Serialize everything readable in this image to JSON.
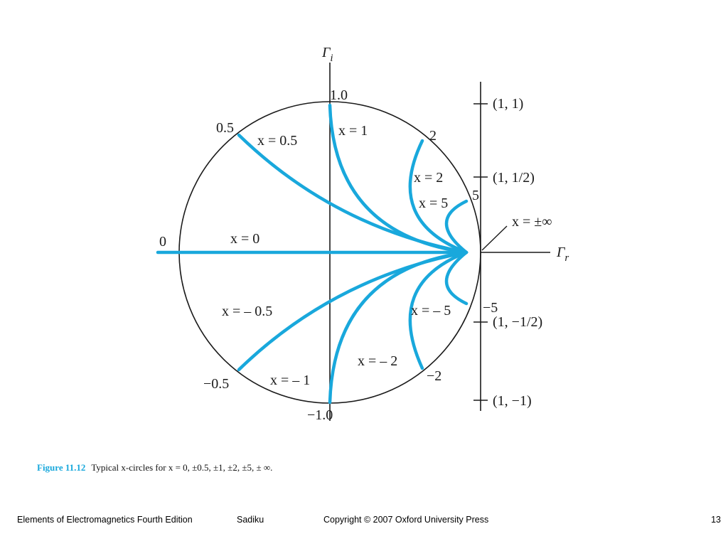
{
  "axes": {
    "vertical_symbol": "Γ",
    "vertical_sub": "i",
    "horizontal_symbol": "Γ",
    "horizontal_sub": "r"
  },
  "circle_labels": {
    "top": "1.0",
    "bottom": "−1.0",
    "left": "0",
    "p05": "0.5",
    "m05": "−0.5",
    "p2": "2",
    "m2": "−2",
    "p5": "5",
    "m5": "−5"
  },
  "curve_labels": {
    "x0": "x = 0",
    "x05": "x = 0.5",
    "x1": "x = 1",
    "x2": "x = 2",
    "x5": "x = 5",
    "xm05": "x = – 0.5",
    "xm1": "x = – 1",
    "xm2": "x = – 2",
    "xm5": "x = – 5",
    "xinf": "x = ±∞"
  },
  "right_axis_labels": {
    "t1": "(1, 1)",
    "t2": "(1, 1/2)",
    "t3": "(1, −1/2)",
    "t4": "(1, −1)"
  },
  "colors": {
    "curve": "#19a8dc",
    "line": "#1a1a1a",
    "caption_accent": "#19a8dc"
  },
  "caption": {
    "number": "Figure 11.12",
    "text": "Typical x-circles for x = 0, ±0.5, ±1, ±2, ±5, ± ∞."
  },
  "footer": {
    "book": "Elements of Electromagnetics Fourth Edition",
    "author": "Sadiku",
    "copyright": "Copyright © 2007 Oxford University Press",
    "page": "13"
  }
}
